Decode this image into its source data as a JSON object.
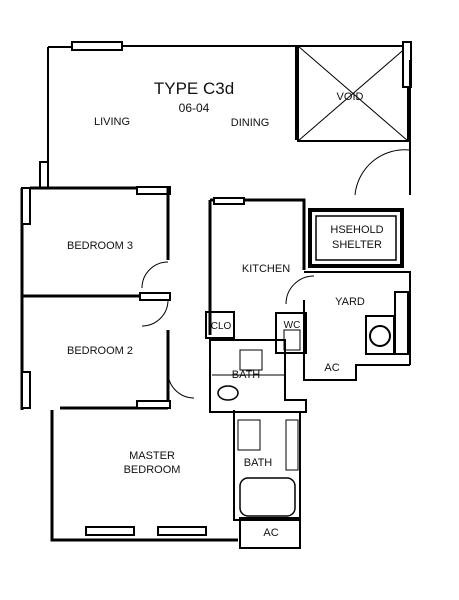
{
  "plan": {
    "title": "TYPE C3d",
    "unit": "06-04"
  },
  "rooms": {
    "living": "LIVING",
    "dining": "DINING",
    "void": "VOID",
    "bedroom3": "BEDROOM 3",
    "bedroom2": "BEDROOM 2",
    "master_line1": "MASTER",
    "master_line2": "BEDROOM",
    "kitchen": "KITCHEN",
    "shelter_line1": "HSEHOLD",
    "shelter_line2": "SHELTER",
    "yard": "YARD",
    "clo": "CLO",
    "wc": "WC",
    "bath_common": "BATH",
    "bath_master": "BATH",
    "ac_yard": "AC",
    "ac_master": "AC"
  }
}
